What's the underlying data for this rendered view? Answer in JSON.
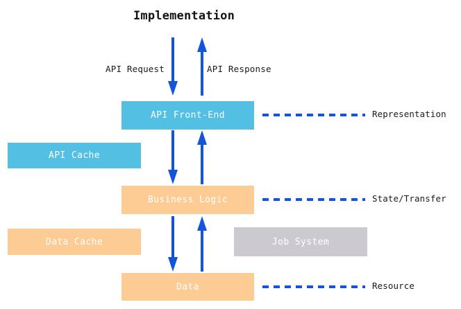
{
  "diagram": {
    "title": "Implementation",
    "colors": {
      "blue_box": "#52bfe3",
      "peach_box": "#fccc94",
      "gray_box": "#cdc9d0",
      "arrow": "#1355da",
      "dashed_line": "#1355da",
      "box_text": "#ffffff",
      "label_text": "#1a1a1a",
      "background": "#ffffff"
    },
    "center_boxes": [
      {
        "label": "API Front-End",
        "style": "blue"
      },
      {
        "label": "Business Logic",
        "style": "peach"
      },
      {
        "label": "Data",
        "style": "peach"
      }
    ],
    "side_boxes": [
      {
        "label": "API Cache",
        "style": "blue",
        "side": "left"
      },
      {
        "label": "Data Cache",
        "style": "peach",
        "side": "left"
      },
      {
        "label": "Job System",
        "style": "gray",
        "side": "right"
      }
    ],
    "arrow_labels": {
      "request": "API Request",
      "response": "API Response"
    },
    "arrows": [
      {
        "name": "api-request",
        "direction": "down"
      },
      {
        "name": "api-response",
        "direction": "up"
      },
      {
        "name": "front-end-to-business",
        "direction": "down"
      },
      {
        "name": "business-to-front-end",
        "direction": "up"
      },
      {
        "name": "business-to-data",
        "direction": "down"
      },
      {
        "name": "data-to-business",
        "direction": "up"
      }
    ],
    "annotations": [
      {
        "label": "Representation",
        "connector": "dashed"
      },
      {
        "label": "State/Transfer",
        "connector": "dashed"
      },
      {
        "label": "Resource",
        "connector": "dashed"
      }
    ]
  }
}
